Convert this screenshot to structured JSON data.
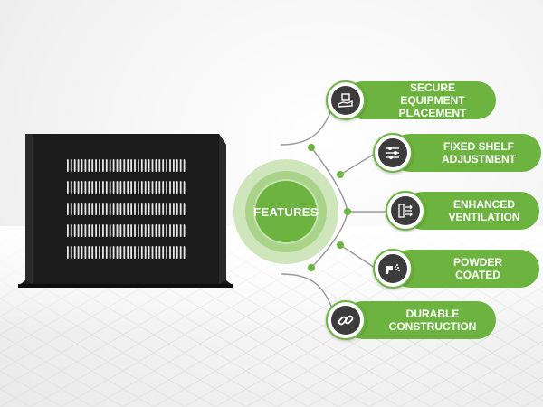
{
  "center": {
    "label": "FEATURES"
  },
  "features": [
    {
      "label": "SECURE\nEQUIPMENT\nPLACEMENT",
      "icon": "hand-box-icon"
    },
    {
      "label": "FIXED SHELF\nADJUSTMENT",
      "icon": "sliders-icon"
    },
    {
      "label": "ENHANCED\nVENTILATION",
      "icon": "airflow-icon"
    },
    {
      "label": "POWDER\nCOATED",
      "icon": "spray-gun-icon"
    },
    {
      "label": "DURABLE\nCONSTRUCTION",
      "icon": "chain-link-icon"
    }
  ],
  "colors": {
    "accent": "#6cb33f",
    "icon_bg": "#3c3c3c",
    "shelf": "#1a1a1a"
  }
}
